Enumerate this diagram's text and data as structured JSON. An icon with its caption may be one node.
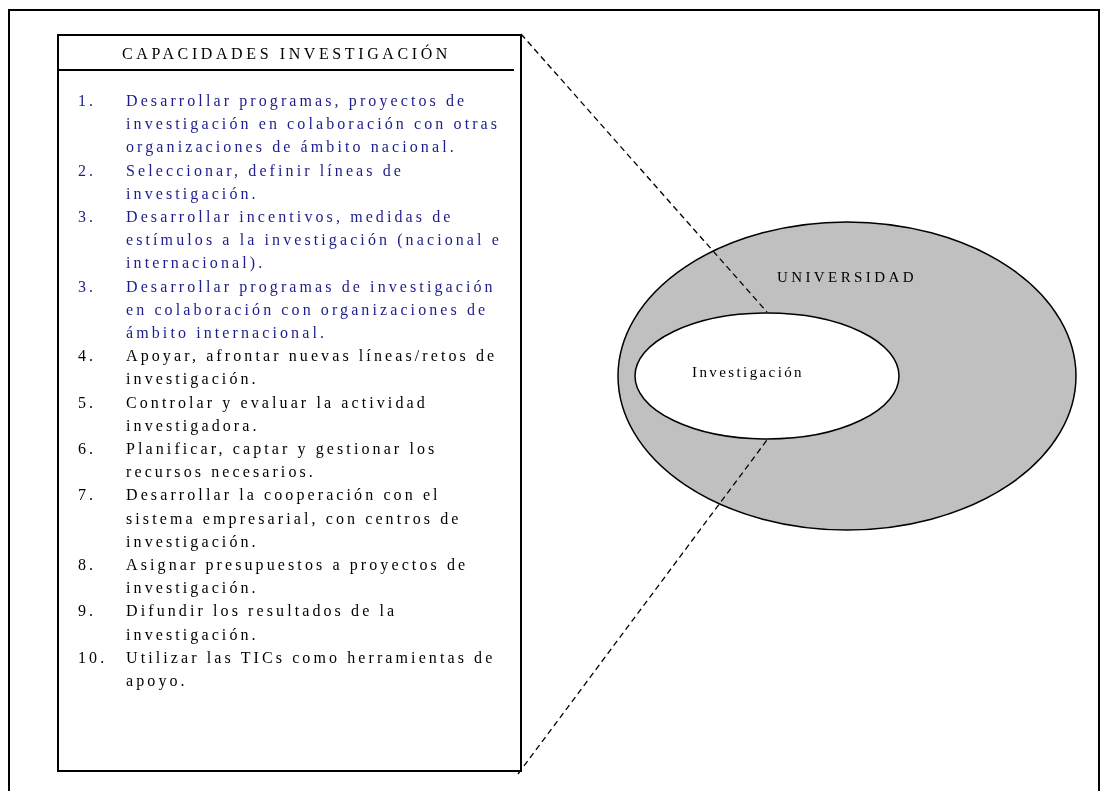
{
  "diagram": {
    "nodes": [
      {
        "text": [
          "CAPACIDADES INVESTIGACIÓN",
          "1. Desarrollar programas, proyectos de investigación en colaboración con otras organizaciones de ámbito nacional.",
          "2. Seleccionar, definir líneas de investigación.",
          "3. Desarrollar incentivos, medidas de estímulos a la investigación (nacional e internacional).",
          "3. Desarrollar programas de investigación en colaboración con organizaciones de ámbito internacional.",
          "4. Apoyar, afrontar nuevas líneas/retos de investigación.",
          "5. Controlar y evaluar la actividad investigadora.",
          "6. Planificar, captar y gestionar los recursos necesarios.",
          "7. Desarrollar la cooperación con el sistema empresarial, con centros de investigación.",
          "8. Asignar presupuestos a proyectos de investigación.",
          "9. Difundir los resultados de la investigación.",
          "10. Utilizar las TICs como herramientas de apoyo."
        ]
      },
      {
        "text": [
          "UNIVERSIDAD"
        ]
      },
      {
        "text": [
          "Investigación"
        ],
        "in": 1
      }
    ],
    "edges": [
      {
        "from": 0,
        "to": 2,
        "arrow": "none",
        "style": "dashed"
      },
      {
        "from": 0,
        "to": 2,
        "arrow": "none",
        "style": "dashed"
      }
    ]
  }
}
